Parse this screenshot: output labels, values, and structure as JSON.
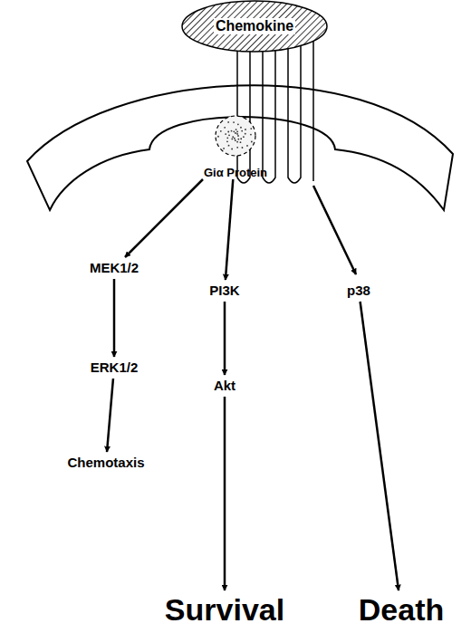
{
  "diagram": {
    "nodes": [
      {
        "text": [
          "Chemokine"
        ]
      },
      {
        "text": [
          "Giα Protein"
        ]
      },
      {
        "text": [
          "MEK1/2"
        ]
      },
      {
        "text": [
          "PI3K"
        ]
      },
      {
        "text": [
          "p38"
        ]
      },
      {
        "text": [
          "ERK1/2"
        ]
      },
      {
        "text": [
          "Akt"
        ]
      },
      {
        "text": [
          "Chemotaxis"
        ]
      },
      {
        "text": [
          "Survival"
        ]
      },
      {
        "text": [
          "Death"
        ]
      }
    ],
    "edges": [
      {
        "from": 1,
        "to": 2,
        "arrow": "to"
      },
      {
        "from": 1,
        "to": 3,
        "arrow": "to"
      },
      {
        "from": 2,
        "to": 5,
        "arrow": "to"
      },
      {
        "from": 5,
        "to": 7,
        "arrow": "to"
      },
      {
        "from": 3,
        "to": 6,
        "arrow": "to"
      },
      {
        "from": 6,
        "to": 8,
        "arrow": "to"
      },
      {
        "from": 4,
        "to": 9,
        "arrow": "to"
      }
    ]
  }
}
